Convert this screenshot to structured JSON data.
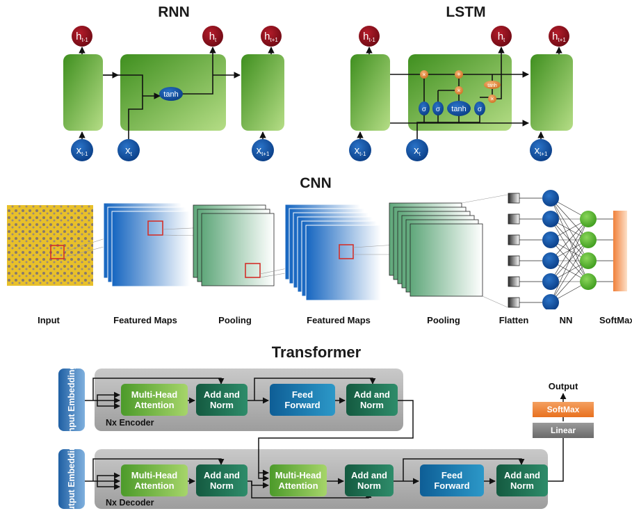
{
  "titles": {
    "rnn": "RNN",
    "lstm": "LSTM",
    "cnn": "CNN",
    "transformer": "Transformer"
  },
  "rnn": {
    "outputs": [
      [
        "h",
        "t-1"
      ],
      [
        "h",
        "t"
      ],
      [
        "h",
        "t+1"
      ]
    ],
    "inputs": [
      [
        "x",
        "t-1"
      ],
      [
        "x",
        "t"
      ],
      [
        "x",
        "t+1"
      ]
    ],
    "gate": "tanh"
  },
  "lstm": {
    "outputs": [
      [
        "h",
        "t-1"
      ],
      [
        "h",
        "t"
      ],
      [
        "h",
        "t+1"
      ]
    ],
    "inputs": [
      [
        "x",
        "t-1"
      ],
      [
        "x",
        "t"
      ],
      [
        "x",
        "t+1"
      ]
    ],
    "sigma": "σ",
    "tanh": "tanh",
    "plus": "+",
    "times": "×"
  },
  "cnn": {
    "labels": [
      "Input",
      "Featured Maps",
      "Pooling",
      "Featured Maps",
      "Pooling",
      "Flatten",
      "NN",
      "SoftMax"
    ]
  },
  "transformer": {
    "encoder": {
      "embedding": "Input Embedding",
      "mha": "Multi-Head\nAttention",
      "addnorm1": "Add and\nNorm",
      "ff": "Feed\nForward",
      "addnorm2": "Add and\nNorm",
      "nx": "Nx Encoder"
    },
    "decoder": {
      "embedding": "Output Embedding",
      "mha1": "Multi-Head\nAttention",
      "addnorm1": "Add and\nNorm",
      "mha2": "Multi-Head\nAttention",
      "addnorm2": "Add and\nNorm",
      "ff": "Feed\nForward",
      "addnorm3": "Add and\nNorm",
      "nx": "Nx Decoder"
    },
    "head": {
      "output": "Output",
      "softmax": "SoftMax",
      "linear": "Linear"
    }
  },
  "colors": {
    "green_dark": "#4a9a28",
    "green_light": "#a8d77a",
    "node_blue": "#0e4fa0",
    "node_red": "#8b0e1a",
    "gate_orange": "#e0883a"
  }
}
